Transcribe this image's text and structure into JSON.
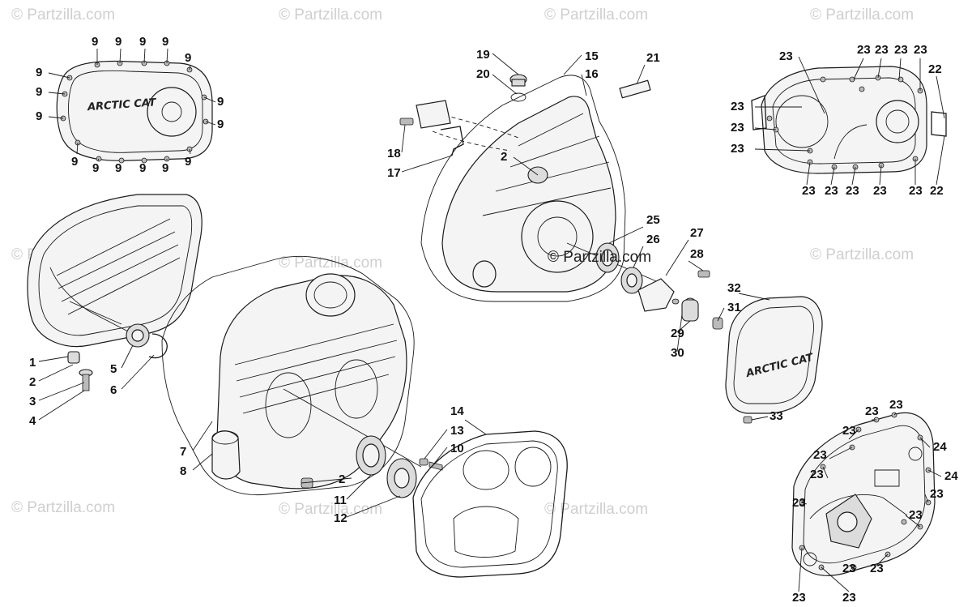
{
  "watermark": {
    "text": "© Partzilla.com"
  },
  "brand": {
    "logo_text": "ARCTIC CAT"
  },
  "colors": {
    "line": "#1a1a1a",
    "watermark": "#cfcfcf",
    "background": "#ffffff"
  },
  "callouts": [
    "1",
    "2",
    "3",
    "4",
    "5",
    "6",
    "7",
    "8",
    "9",
    "10",
    "11",
    "12",
    "13",
    "14",
    "15",
    "16",
    "17",
    "18",
    "19",
    "20",
    "21",
    "22",
    "23",
    "24",
    "25",
    "26",
    "27",
    "28",
    "29",
    "30",
    "31",
    "32",
    "33"
  ]
}
